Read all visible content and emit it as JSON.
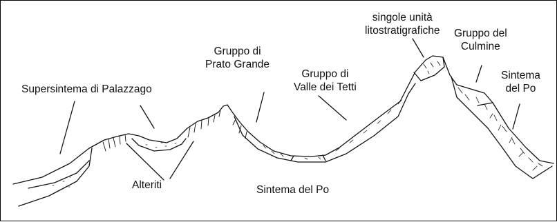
{
  "labels": {
    "supersintema": [
      "Supersintema di Palazzago"
    ],
    "alteriti": [
      "Alteriti"
    ],
    "prato_grande": [
      "Gruppo di",
      "Prato Grande"
    ],
    "valle_tetti": [
      "Gruppo di",
      "Valle dei Tetti"
    ],
    "singole": [
      "singole unità",
      "litostratigrafiche"
    ],
    "culmine": [
      "Gruppo del",
      "Culmine"
    ],
    "sintema_po_right": [
      "Sintema",
      "del Po"
    ],
    "sintema_po_bottom": [
      "Sintema del Po"
    ]
  },
  "colors": {
    "line": "#111111",
    "background": "#ffffff"
  }
}
